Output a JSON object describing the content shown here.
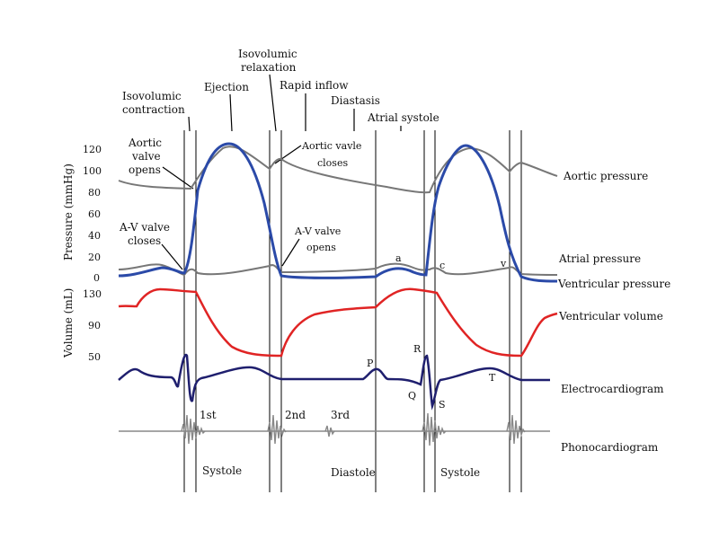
{
  "phases": {
    "isovolumic_contraction": [
      "Isovolumic",
      "contraction"
    ],
    "ejection": "Ejection",
    "isovolumic_relaxation": [
      "Isovolumic",
      "relaxation"
    ],
    "rapid_inflow": "Rapid inflow",
    "diastasis": "Diastasis",
    "atrial_systole": "Atrial systole"
  },
  "events": {
    "aortic_valve_opens": [
      "Aortic",
      "valve",
      "opens"
    ],
    "aortic_valve_closes": [
      "Aortic vavle",
      "closes"
    ],
    "av_valve_closes": [
      "A-V valve",
      "closes"
    ],
    "av_valve_opens": [
      "A-V valve",
      "opens"
    ]
  },
  "axes": {
    "pressure_title": "Pressure (mmHg)",
    "pressure_ticks": [
      "120",
      "100",
      "80",
      "60",
      "40",
      "20",
      "0"
    ],
    "volume_title": "Volume (mL)",
    "volume_ticks": [
      "130",
      "90",
      "50"
    ]
  },
  "traces": {
    "aortic_pressure": "Aortic pressure",
    "atrial_pressure": "Atrial pressure",
    "ventricular_pressure": "Ventricular pressure",
    "ventricular_volume": "Ventricular volume",
    "electrocardiogram": "Electrocardiogram",
    "phonocardiogram": "Phonocardiogram"
  },
  "waves": {
    "a": "a",
    "c": "c",
    "v": "v",
    "P": "P",
    "Q": "Q",
    "R": "R",
    "S": "S",
    "T": "T"
  },
  "heart_sounds": {
    "first": "1st",
    "second": "2nd",
    "third": "3rd"
  },
  "periods": {
    "systole_1": "Systole",
    "diastole": "Diastole",
    "systole_2": "Systole"
  },
  "colors": {
    "aortic_pressure": "#777777",
    "ventricular_pressure": "#2b4aa8",
    "ventricular_volume": "#e02424",
    "electrocardiogram": "#1f1f6e",
    "phonocardiogram": "#888888"
  }
}
